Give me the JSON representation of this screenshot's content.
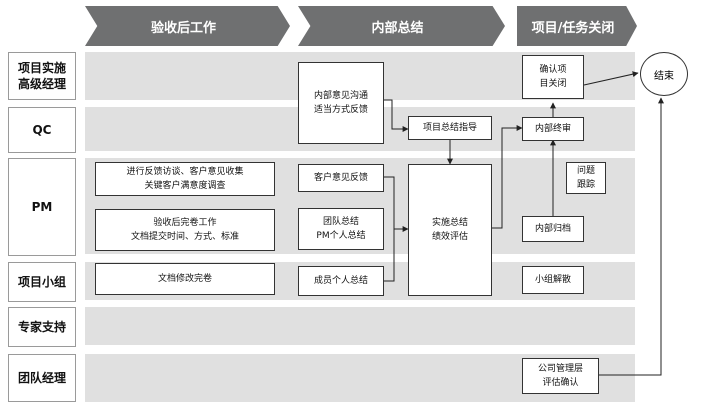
{
  "phases": {
    "after_acceptance": "验收后工作",
    "internal_summary": "内部总结",
    "project_close": "项目/任务关闭"
  },
  "roles": {
    "senior_manager": "项目实施\n高级经理",
    "qc": "QC",
    "pm": "PM",
    "project_team": "项目小组",
    "expert_support": "专家支持",
    "team_manager": "团队经理"
  },
  "boxes": {
    "feedback_visit": "进行反馈访谈、客户意见收集\n关键客户满意度调查",
    "doc_archive_work": "验收后完卷工作\n文档提交时间、方式、标准",
    "doc_revision": "文档修改完卷",
    "internal_comm": "内部意见沟通\n适当方式反馈",
    "customer_feedback": "客户意见反馈",
    "team_summary": "团队总结\nPM个人总结",
    "member_summary": "成员个人总结",
    "summary_guidance": "项目总结指导",
    "implementation_summary": "实施总结\n绩效评估",
    "confirm_close": "确认项\n目关闭",
    "internal_review": "内部终审",
    "issue_tracking": "问题\n跟踪",
    "internal_archive": "内部归档",
    "team_dissolve": "小组解散",
    "mgmt_evaluation": "公司管理层\n评估确认"
  },
  "end_label": "结束"
}
